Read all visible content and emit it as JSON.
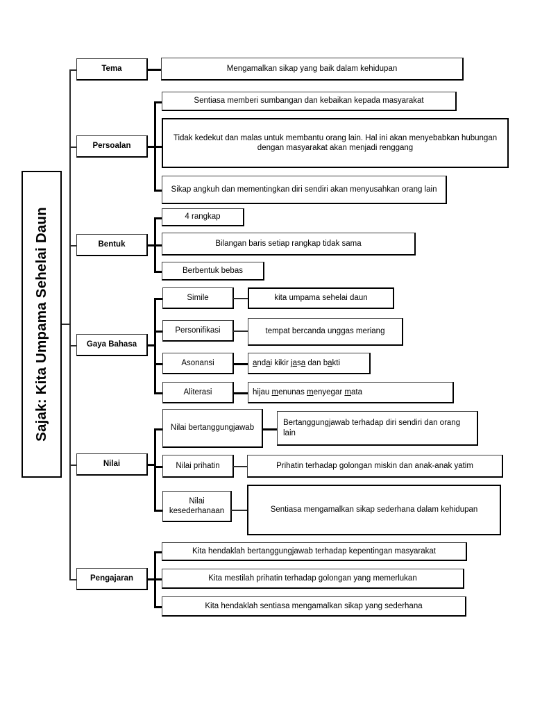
{
  "root": {
    "title": "Sajak: Kita Umpama Sehelai Daun"
  },
  "branches": [
    {
      "id": "tema",
      "label": "Tema",
      "items": [
        {
          "text": "Mengamalkan sikap yang baik dalam kehidupan"
        }
      ]
    },
    {
      "id": "persoalan",
      "label": "Persoalan",
      "items": [
        {
          "text": "Sentiasa memberi sumbangan dan kebaikan kepada masyarakat"
        },
        {
          "text": "Tidak kedekut dan malas untuk membantu orang lain. Hal ini akan  menyebabkan hubungan dengan masyarakat akan menjadi renggang"
        },
        {
          "text": "Sikap angkuh dan mementingkan diri sendiri akan menyusahkan orang lain"
        }
      ]
    },
    {
      "id": "bentuk",
      "label": "Bentuk",
      "items": [
        {
          "text": "4 rangkap"
        },
        {
          "text": "Bilangan baris setiap rangkap tidak sama"
        },
        {
          "text": "Berbentuk bebas"
        }
      ]
    },
    {
      "id": "gaya-bahasa",
      "label": "Gaya Bahasa",
      "items": [
        {
          "label": "Simile",
          "text": "kita umpama sehelai daun"
        },
        {
          "label": "Personifikasi",
          "text": "tempat bercanda unggas meriang"
        },
        {
          "label": "Asonansi",
          "text": "andai kikir jasa dan bakti",
          "underlined_letters": "a"
        },
        {
          "label": "Aliterasi",
          "text": "hijau menunas menyegar mata",
          "underlined_letters": "m"
        }
      ]
    },
    {
      "id": "nilai",
      "label": "Nilai",
      "items": [
        {
          "label": "Nilai bertanggungjawab",
          "text": "Bertanggungjawab terhadap diri sendiri dan orang lain"
        },
        {
          "label": "Nilai prihatin",
          "text": "Prihatin terhadap golongan miskin dan anak-anak yatim"
        },
        {
          "label": "Nilai kesederhanaan",
          "text": "Sentiasa mengamalkan sikap sederhana dalam kehidupan"
        }
      ]
    },
    {
      "id": "pengajaran",
      "label": "Pengajaran",
      "items": [
        {
          "text": "Kita hendaklah bertanggungjawab terhadap kepentingan masyarakat"
        },
        {
          "text": "Kita mestilah prihatin terhadap golongan yang memerlukan"
        },
        {
          "text": "Kita hendaklah sentiasa mengamalkan sikap yang sederhana"
        }
      ]
    }
  ],
  "colors": {
    "line": "#2b2b2b",
    "border": "#3a3a3a",
    "shadow": "#000000",
    "background": "#ffffff"
  }
}
